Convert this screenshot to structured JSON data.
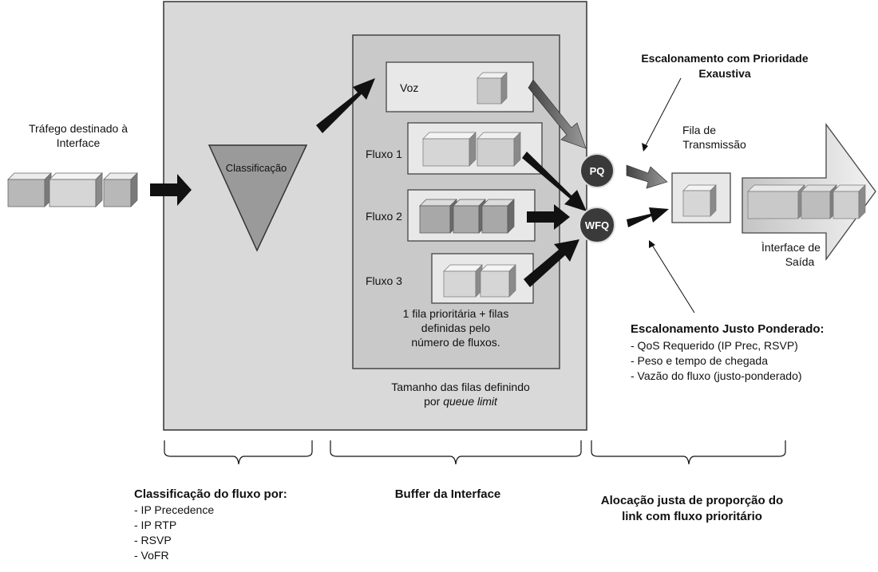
{
  "input": {
    "title_lines": [
      "Tráfego destinado à",
      "Interface"
    ]
  },
  "classifier": {
    "label": "Classificação"
  },
  "buffer": {
    "queues": [
      {
        "label": "Voz"
      },
      {
        "label": "Fluxo 1"
      },
      {
        "label": "Fluxo 2"
      },
      {
        "label": "Fluxo 3"
      }
    ],
    "note_lines": [
      "1 fila prioritária + filas",
      "definidas pelo",
      "número de fluxos."
    ],
    "size_note_line1": "Tamanho das filas definindo",
    "size_note_line2_prefix": "por ",
    "size_note_line2_italic": "queue limit"
  },
  "schedulers": {
    "pq_label": "PQ",
    "wfq_label": "WFQ"
  },
  "priority_scheduling": {
    "title_lines": [
      "Escalonamento com Prioridade",
      "Exaustiva"
    ]
  },
  "transmit_queue": {
    "title_lines": [
      "Fila de",
      "Transmissão"
    ]
  },
  "output_interface": {
    "label_lines": [
      "Ìnterface de",
      "Saída"
    ]
  },
  "fair_scheduling": {
    "title": "Escalonamento Justo Ponderado:",
    "items": [
      "- QoS Requerido (IP Prec, RSVP)",
      "- Peso e tempo de chegada",
      "- Vazão do fluxo (justo-ponderado)"
    ]
  },
  "bottom_labels": {
    "classification": {
      "title": "Classificação do fluxo por:",
      "items": [
        "- IP Precedence",
        "- IP RTP",
        "- RSVP",
        "- VoFR"
      ]
    },
    "buffer": {
      "title": "Buffer da Interface"
    },
    "allocation": {
      "title_lines": [
        "Alocação justa de  proporção do",
        "link com fluxo prioritário"
      ]
    }
  },
  "colors": {
    "panel": "#d9d9d9",
    "inner_panel": "#c9c9c9",
    "queue_box": "#e8e8e8",
    "arrow": "#111111",
    "scheduler_circle": "#3a3a3a",
    "triangle": "#9a9a9a"
  }
}
